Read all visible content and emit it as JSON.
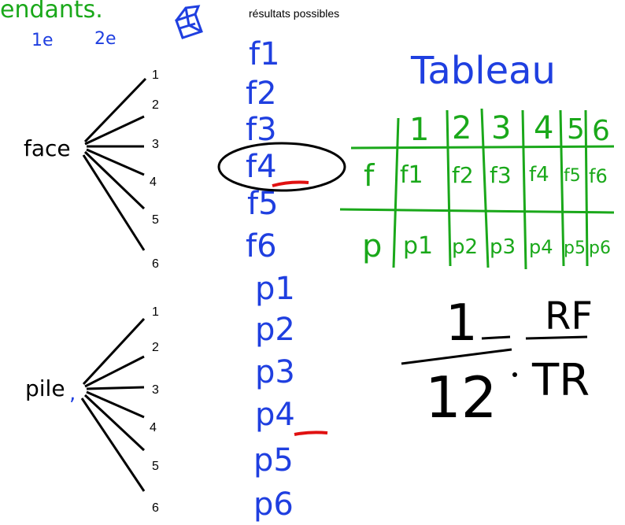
{
  "header": {
    "partial_title": "endants.",
    "first_mark": "1e",
    "second_mark": "2e",
    "results_label": "résultats possibles"
  },
  "tree": {
    "root_face": "face",
    "root_pile": "pile",
    "branches": [
      "1",
      "2",
      "3",
      "4",
      "5",
      "6"
    ]
  },
  "results": [
    "f1",
    "f2",
    "f3",
    "f4",
    "f5",
    "f6",
    "p1",
    "p2",
    "p3",
    "p4",
    "p5",
    "p6"
  ],
  "highlighted_results": [
    "f4",
    "p4"
  ],
  "table": {
    "title": "Tableau",
    "columns": [
      "1",
      "2",
      "3",
      "4",
      "5",
      "6"
    ],
    "rows": [
      {
        "label": "f",
        "cells": [
          "f1",
          "f2",
          "f3",
          "f4",
          "f5",
          "f6"
        ]
      },
      {
        "label": "p",
        "cells": [
          "p1",
          "p2",
          "p3",
          "p4",
          "p5",
          "p6"
        ]
      }
    ]
  },
  "fraction": {
    "numerator": "1",
    "denominator": "12",
    "rf": "RF",
    "tr": "TR"
  },
  "colors": {
    "green": "#1aa81a",
    "blue": "#1f3fe0",
    "red": "#e01010",
    "black": "#000000"
  }
}
